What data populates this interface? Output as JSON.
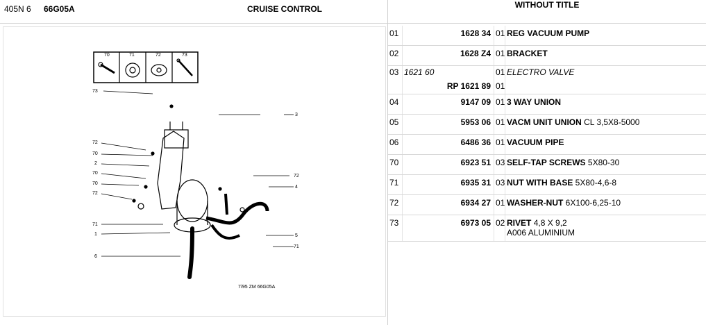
{
  "header": {
    "model": "405N 6",
    "code": "66G05A",
    "section": "CRUISE CONTROL",
    "right_title": "WITHOUT TITLE"
  },
  "diagram": {
    "inset_labels": [
      "70",
      "71",
      "72",
      "73"
    ],
    "callouts": [
      "73",
      "3",
      "72",
      "70",
      "2",
      "70",
      "70",
      "72",
      "71",
      "1",
      "6",
      "72",
      "4",
      "5",
      "71"
    ],
    "footer": "7/95 ZM 66G05A"
  },
  "parts": [
    {
      "num": "01",
      "ref": "1628 34",
      "qty": "01",
      "name": "REG VACUUM PUMP",
      "spec": ""
    },
    {
      "num": "02",
      "ref": "1628 Z4",
      "qty": "01",
      "name": "BRACKET",
      "spec": ""
    },
    {
      "num": "03",
      "ref": "1621 60",
      "qty": "01",
      "name": "ELECTRO VALVE",
      "spec": "",
      "italic": true
    },
    {
      "num": "",
      "ref": "RP 1621 89",
      "qty": "01",
      "name": "",
      "spec": ""
    },
    {
      "num": "04",
      "ref": "9147 09",
      "qty": "01",
      "name": "3 WAY UNION",
      "spec": ""
    },
    {
      "num": "05",
      "ref": "5953 06",
      "qty": "01",
      "name": "VACM UNIT UNION",
      "spec": "CL 3,5X8-5000"
    },
    {
      "num": "06",
      "ref": "6486 36",
      "qty": "01",
      "name": "VACUUM PIPE",
      "spec": ""
    },
    {
      "num": "70",
      "ref": "6923 51",
      "qty": "03",
      "name": "SELF-TAP SCREWS",
      "spec": "5X80-30"
    },
    {
      "num": "71",
      "ref": "6935 31",
      "qty": "03",
      "name": "NUT WITH BASE",
      "spec": "5X80-4,6-8"
    },
    {
      "num": "72",
      "ref": "6934 27",
      "qty": "01",
      "name": "WASHER-NUT",
      "spec": "6X100-6,25-10"
    },
    {
      "num": "73",
      "ref": "6973 05",
      "qty": "02",
      "name": "RIVET",
      "spec": "4,8 X 9,2",
      "extra": "A006 ALUMINIUM"
    }
  ]
}
